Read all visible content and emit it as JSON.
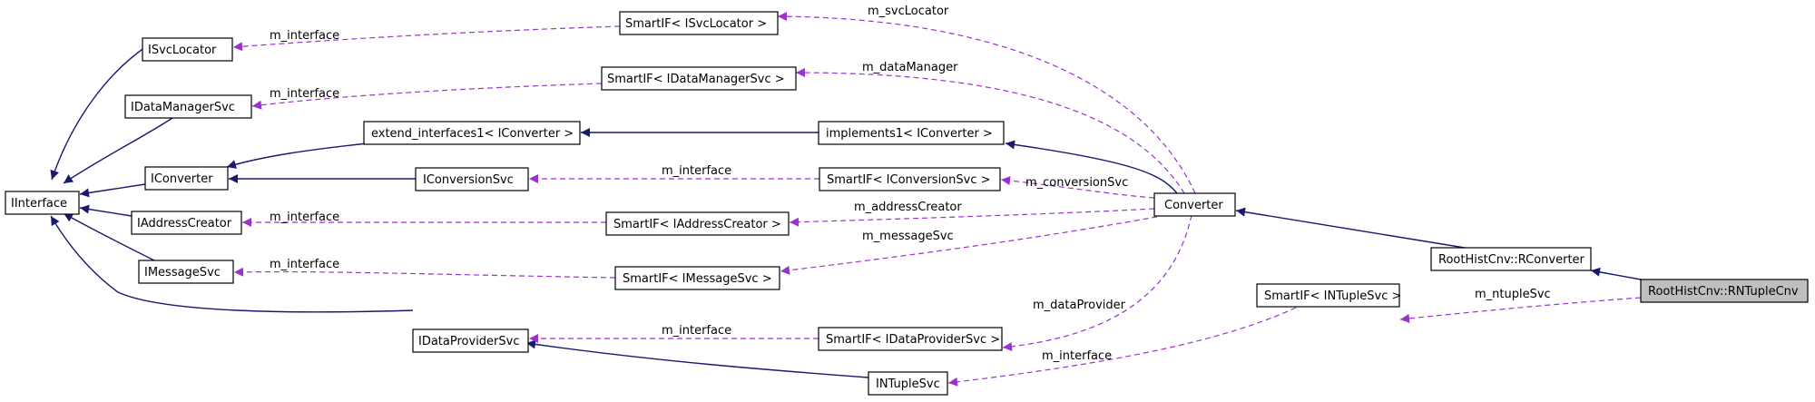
{
  "colors": {
    "inheritance": "#191970",
    "member": "#9a32cd",
    "highlight_fill": "#bfbfbf"
  },
  "nodes": {
    "iinterface": "IInterface",
    "isvclocator": "ISvcLocator",
    "idatamanagersvc": "IDataManagerSvc",
    "iconverter": "IConverter",
    "iaddresscreator": "IAddressCreator",
    "imessagesvc": "IMessageSvc",
    "idataprovidersvc": "IDataProviderSvc",
    "smartif_isvclocator": "SmartIF< ISvcLocator >",
    "smartif_idatamanagersvc": "SmartIF< IDataManagerSvc >",
    "extend_interfaces1": "extend_interfaces1< IConverter >",
    "iconversionsvc": "IConversionSvc",
    "implements1": "implements1< IConverter >",
    "smartif_iconversionsvc": "SmartIF< IConversionSvc >",
    "smartif_iaddresscreator": "SmartIF< IAddressCreator >",
    "smartif_imessagesvc": "SmartIF< IMessageSvc >",
    "smartif_idataprovidersvc": "SmartIF< IDataProviderSvc >",
    "intuplesvc": "INTupleSvc",
    "converter": "Converter",
    "smartif_intuplesvc": "SmartIF< INTupleSvc >",
    "rconverter": "RootHistCnv::RConverter",
    "rntuplecnv": "RootHistCnv::RNTupleCnv"
  },
  "labels": {
    "m_interface": "m_interface",
    "m_svcLocator": "m_svcLocator",
    "m_dataManager": "m_dataManager",
    "m_conversionSvc": "m_conversionSvc",
    "m_addressCreator": "m_addressCreator",
    "m_messageSvc": "m_messageSvc",
    "m_dataProvider": "m_dataProvider",
    "m_ntupleSvc": "m_ntupleSvc"
  }
}
